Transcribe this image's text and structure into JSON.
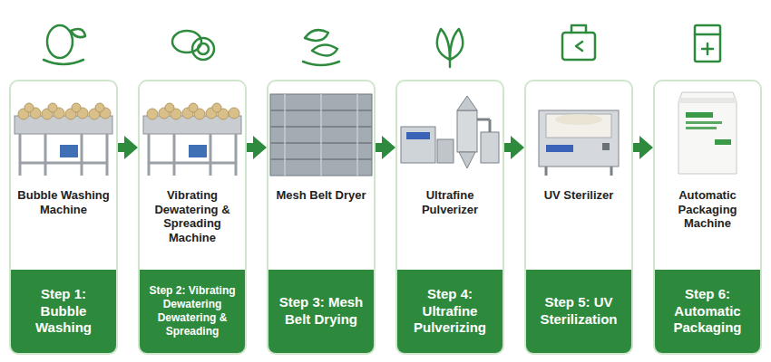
{
  "diagram": {
    "nodes": [
      {
        "text": [
          "Bubble Washing Machine"
        ]
      },
      {
        "text": [
          "Step 1: Bubble Washing"
        ],
        "in": 0
      },
      {
        "text": [
          "Vibrating Dewatering & Spreading Machine"
        ]
      },
      {
        "text": [
          "Step 2: Vibrating Dewatering Dewatering & Spreading"
        ],
        "in": 2
      },
      {
        "text": [
          "Mesh Belt Dryer"
        ]
      },
      {
        "text": [
          "Step 3: Mesh Belt Drying"
        ],
        "in": 4
      },
      {
        "text": [
          "Ultrafine Pulverizer"
        ]
      },
      {
        "text": [
          "Step 4: Ultrafine Pulverizing"
        ],
        "in": 6
      },
      {
        "text": [
          "UV Sterilizer"
        ]
      },
      {
        "text": [
          "Step 5: UV Sterilization"
        ],
        "in": 8
      },
      {
        "text": [
          "Automatic Packaging Machine"
        ]
      },
      {
        "text": [
          "Step 6: Automatic Packaging"
        ],
        "in": 10
      }
    ],
    "edges": [
      {
        "from": 0,
        "to": 2,
        "arrow": "to"
      },
      {
        "from": 2,
        "to": 4,
        "arrow": "to"
      },
      {
        "from": 4,
        "to": 6,
        "arrow": "to"
      },
      {
        "from": 6,
        "to": 8,
        "arrow": "to"
      },
      {
        "from": 8,
        "to": 10,
        "arrow": "to"
      }
    ]
  }
}
